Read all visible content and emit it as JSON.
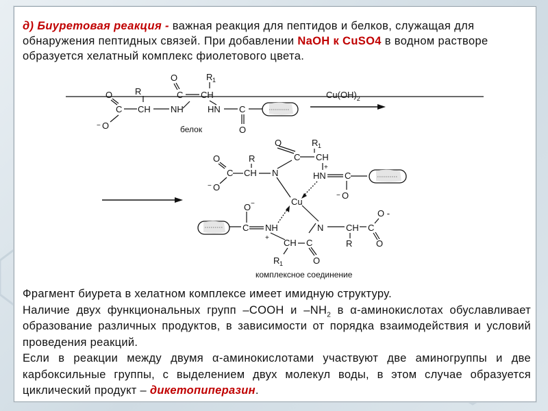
{
  "intro": {
    "heading": "д) Биуретовая реакция -",
    "text_1": " важная реакция для пептидов и белков, служащая для обнаружения пептидных связей. При добавлении ",
    "reagent": "NaOH к CuSO4",
    "text_2": "   в водном растворе образуется хелатный комплекс фиолетового цвета."
  },
  "scheme": {
    "reactant_label": "белок",
    "reagent_label": "Cu(OH)",
    "reagent_sub": "2",
    "product_label": "комплексное соединение",
    "atoms": {
      "O": "O",
      "O_minus": "O",
      "minus": "−",
      "C": "C",
      "CH": "CH",
      "NH": "NH",
      "HN": "HN",
      "N": "N",
      "R": "R",
      "R1": "R",
      "one": "1",
      "Cu": "Cu",
      "plus": "+",
      "ring_minus": "O",
      "o_dash": "O -"
    }
  },
  "body": {
    "p1": "Фрагмент биурета в хелатном комплексе имеет имидную структуру.",
    "p2_a": "Наличие двух функциональных групп –COOH и –NH",
    "p2_sub": "2",
    "p2_b": " в α-аминокислотах обуславливает образование различных продуктов, в зависимости от порядка взаимодействия и условий проведения реакций.",
    "p3_a": "Если в реакции между двумя α-аминокислотами участвуют две аминогруппы и две карбоксильные группы, с выделением двух молекул воды, в этом случае образуется циклический продукт – ",
    "p3_highlight": "дикетопиперазин",
    "p3_end": "."
  },
  "colors": {
    "accent": "#c00000",
    "text": "#111111"
  }
}
